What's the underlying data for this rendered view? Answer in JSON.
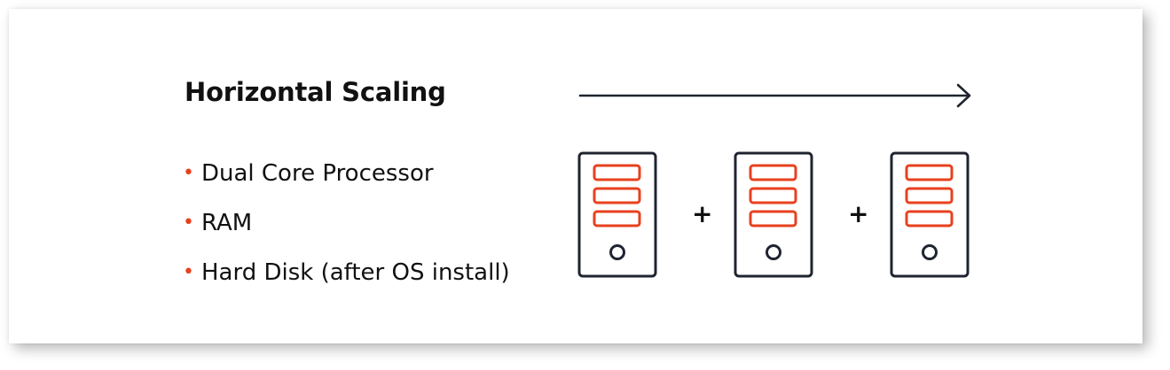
{
  "diagram": {
    "title": "Horizontal Scaling",
    "bullets": [
      "Dual Core Processor",
      "RAM",
      "Hard Disk (after OS install)"
    ],
    "bullet_glyph": "•",
    "plus_sign": "+",
    "server_count": 3,
    "colors": {
      "accent": "#e8401e",
      "outline": "#1f2430",
      "text": "#111111"
    },
    "icons": {
      "direction": "arrow-right-icon",
      "server": "server-tower-icon"
    }
  }
}
